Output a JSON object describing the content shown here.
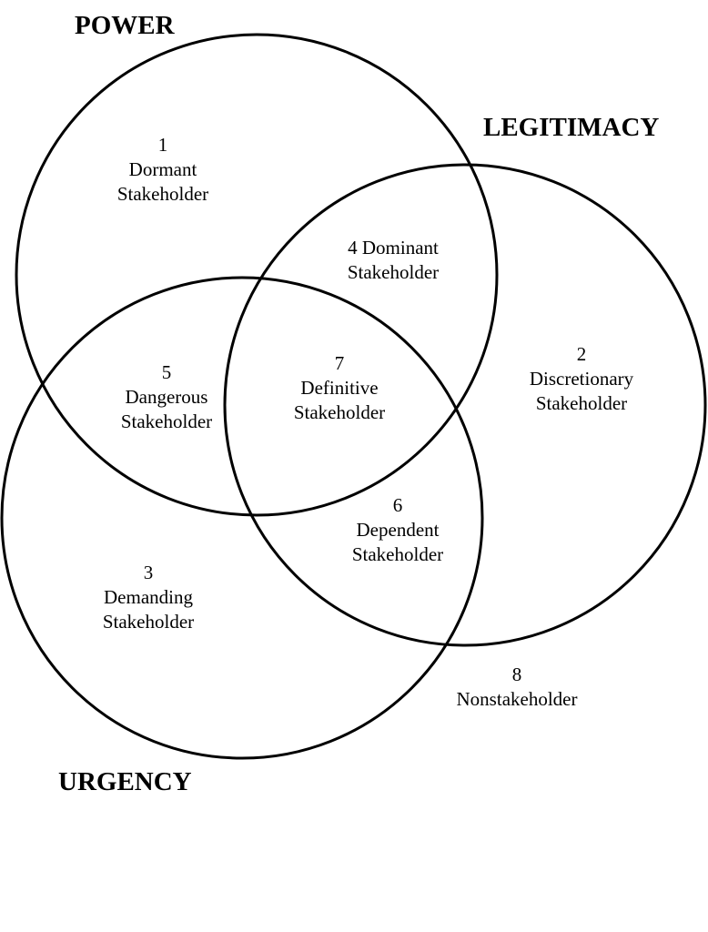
{
  "sets": {
    "power": "POWER",
    "legitimacy": "LEGITIMACY",
    "urgency": "URGENCY"
  },
  "regions": {
    "dormant": {
      "number": "1",
      "line1": "Dormant",
      "line2": "Stakeholder"
    },
    "discretionary": {
      "number": "2",
      "line1": "Discretionary",
      "line2": "Stakeholder"
    },
    "demanding": {
      "number": "3",
      "line1": "Demanding",
      "line2": "Stakeholder"
    },
    "dominant": {
      "line1": "4 Dominant",
      "line2": "Stakeholder"
    },
    "dangerous": {
      "number": "5",
      "line1": "Dangerous",
      "line2": "Stakeholder"
    },
    "dependent": {
      "number": "6",
      "line1": "Dependent",
      "line2": "Stakeholder"
    },
    "definitive": {
      "number": "7",
      "line1": "Definitive",
      "line2": "Stakeholder"
    },
    "nonstakeholder": {
      "number": "8",
      "line1": "Nonstakeholder"
    }
  }
}
